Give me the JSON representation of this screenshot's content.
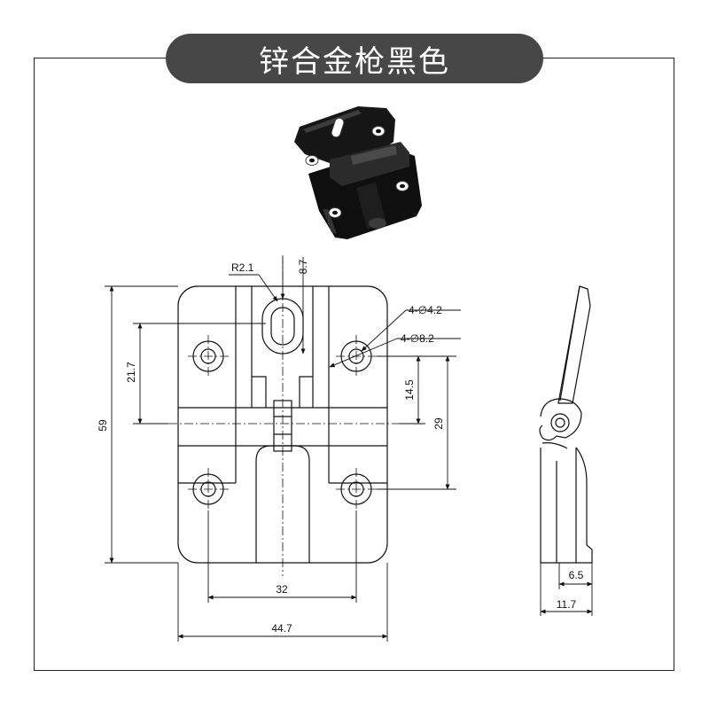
{
  "title": "锌合金枪黑色",
  "product_photo": {
    "subject": "black zinc-alloy hinge"
  },
  "dimensions": {
    "radius": "R2.1",
    "slot_length": "8.7",
    "hole_small": "4-∅4.2",
    "hole_large": "4-∅8.2",
    "height_total": "59",
    "upper_offset": "21.7",
    "hole_to_axis": "14.5",
    "hole_spacing_v": "29",
    "hole_spacing_h": "32",
    "width_total": "44.7",
    "side_thickness": "6.5",
    "side_width": "11.7"
  },
  "colors": {
    "title_bg": "#474747",
    "title_text": "#ffffff",
    "line": "#111111",
    "part": "#1a1a1a"
  }
}
